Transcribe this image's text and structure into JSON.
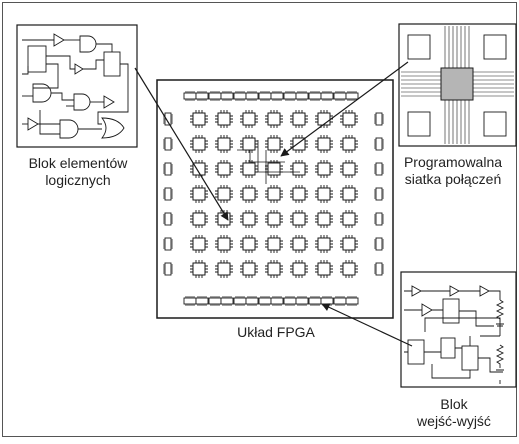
{
  "diagram": {
    "fpga_label": "Układ FPGA",
    "logic_block_label": [
      "Blok elementów",
      "logicznych"
    ],
    "interconnect_label": [
      "Programowalna",
      "siatka połączeń"
    ],
    "io_block_label": [
      "Blok",
      "wejść-wyjść"
    ],
    "colors": {
      "stroke": "#1a1a1a",
      "fill": "#ffffff",
      "switch_fill": "#b5b5b5",
      "frame": "#555555"
    }
  }
}
